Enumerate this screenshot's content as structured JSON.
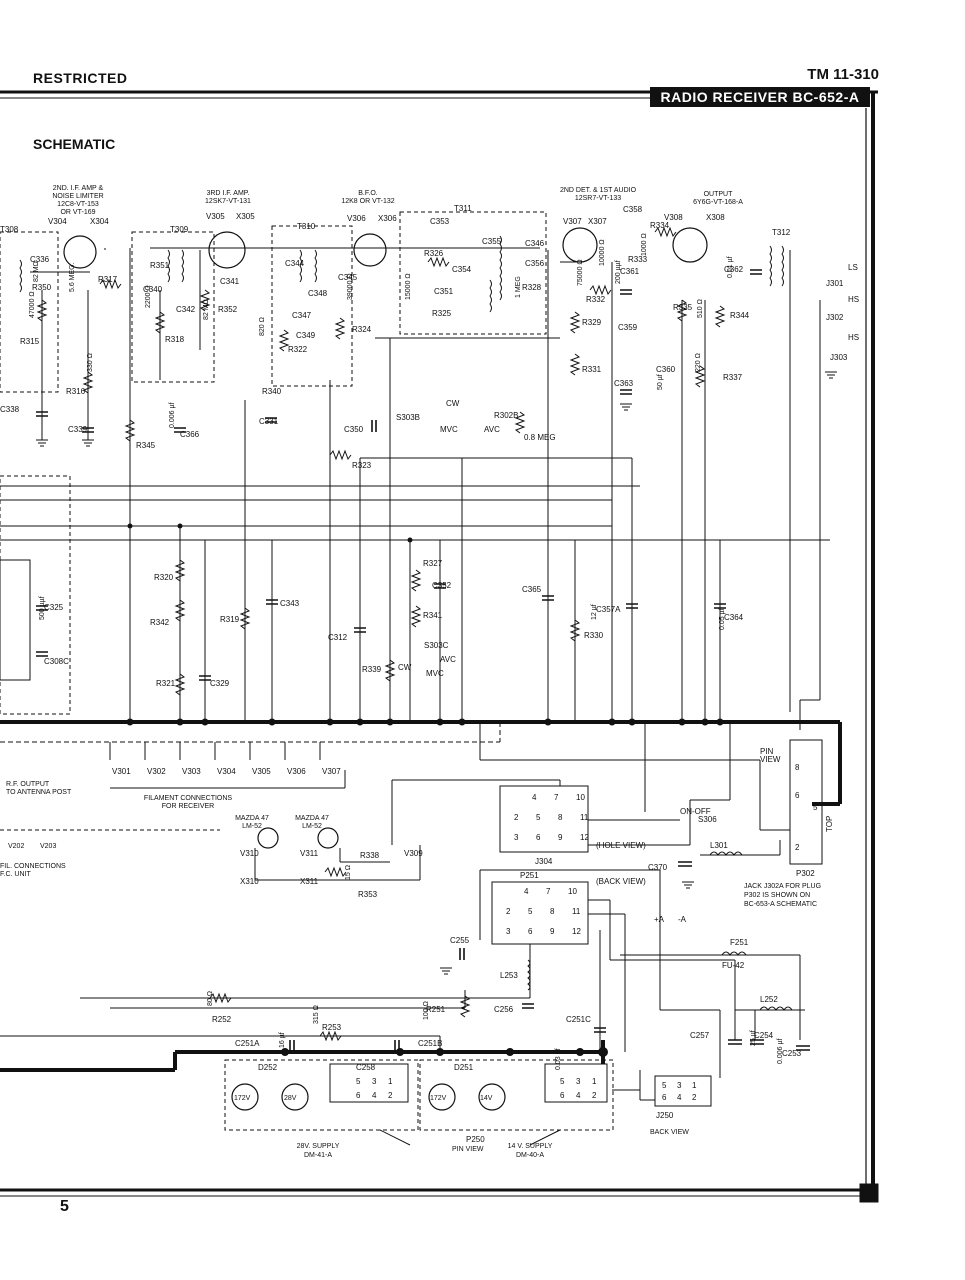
{
  "header": {
    "classification": "RESTRICTED",
    "manual": "TM 11-310",
    "banner": "RADIO RECEIVER BC-652-A"
  },
  "section_title": "SCHEMATIC",
  "page_number": "5",
  "stage_labels": [
    {
      "id": "if2",
      "lines": [
        "2ND. I.F. AMP &",
        "NOISE LIMITER",
        "12C8-VT-153",
        "OR VT-169"
      ]
    },
    {
      "id": "if3",
      "lines": [
        "3RD I.F. AMP.",
        "12SK7-VT-131"
      ]
    },
    {
      "id": "bfo",
      "lines": [
        "B.F.O.",
        "12K8 OR VT-132"
      ]
    },
    {
      "id": "det",
      "lines": [
        "2ND DET. & 1ST AUDIO",
        "12SR7-VT-133"
      ]
    },
    {
      "id": "out",
      "lines": [
        "OUTPUT",
        "6Y6G-VT-168-A"
      ]
    }
  ],
  "tubes": [
    "V304",
    "X304",
    "V305",
    "X305",
    "V306",
    "X306",
    "V307",
    "X307",
    "V308",
    "X308"
  ],
  "transformers": [
    "T308",
    "T309",
    "T310",
    "T311",
    "T312"
  ],
  "components": {
    "resistors": [
      "R350",
      "R317",
      "R315",
      "R316",
      "R351",
      "R318",
      "R352",
      "R322",
      "R324",
      "R326",
      "R325",
      "R328",
      "R332",
      "R329",
      "R333",
      "R334",
      "R331",
      "R335",
      "R344",
      "R337",
      "R345",
      "R340",
      "R323",
      "R320",
      "R342",
      "R321",
      "R319",
      "R327",
      "R341",
      "R339",
      "R330",
      "R338",
      "R353",
      "R252",
      "R253",
      "R251"
    ],
    "capacitors": [
      "C336",
      "C338",
      "C339",
      "C340",
      "C342",
      "C341",
      "C366",
      "C344",
      "C347",
      "C348",
      "C349",
      "C345",
      "C331",
      "C353",
      "C355",
      "C354",
      "C351",
      "C346",
      "C356",
      "C358",
      "C361",
      "C359",
      "C363",
      "C360",
      "C362",
      "C350",
      "C325",
      "C308C",
      "C343",
      "C312",
      "C352",
      "C365",
      "C357A",
      "C364",
      "C329",
      "C370",
      "C255",
      "C256",
      "C251C",
      "C251A",
      "C251B",
      "C257",
      "C254",
      "C253",
      "C258"
    ],
    "values": [
      "82 MΩ",
      "5.6 MEG.",
      "47000 Ω",
      "330 Ω",
      "2200 Ω",
      "82 MΩ",
      "820 Ω",
      "39000 Ω",
      "15000 Ω",
      "1 MEG",
      "75000 Ω",
      "10000 Ω",
      "1000 Ω",
      "510 Ω",
      "220 Ω",
      "0.006 µf",
      "0.01 µf",
      "50 µf",
      "12 µf",
      "0.05 µf",
      "500 µµf",
      "200 µµf",
      "15 Ω",
      "80 Ω",
      "315 Ω",
      "100 Ω",
      "16 µf",
      "25 µf",
      "0.006 µf",
      "0.03 µf"
    ]
  },
  "switch_labels": [
    "CW",
    "MVC",
    "AVC",
    "S303B",
    "R302B",
    "0.8 MEG",
    "S303C",
    "AVC",
    "MVC",
    "CW",
    "ON-OFF",
    "S306"
  ],
  "jacks": [
    "LS",
    "J301",
    "HS",
    "J302",
    "HS",
    "J303"
  ],
  "filament": {
    "tubes": [
      "V301",
      "V302",
      "V303",
      "V304",
      "V305",
      "V306",
      "V307"
    ],
    "caption": [
      "FILAMENT CONNECTIONS",
      "FOR RECEIVER"
    ]
  },
  "rf_output": [
    "R.F. OUTPUT",
    "TO ANTENNA POST"
  ],
  "fil_left": [
    "V202",
    "V203",
    "FIL. CONNECTIONS",
    "F.C. UNIT"
  ],
  "lamps": [
    {
      "name": "MAZDA 47",
      "type": "LM-52",
      "v": "V310",
      "x": "X310"
    },
    {
      "name": "MAZDA 47",
      "type": "LM-52",
      "v": "V311",
      "x": "X311"
    }
  ],
  "v309": "V309",
  "j304": {
    "label": "J304",
    "view": "(HOLE VIEW)",
    "pins": [
      "4",
      "7",
      "10",
      "2",
      "5",
      "8",
      "11",
      "3",
      "6",
      "9",
      "12"
    ]
  },
  "p251": {
    "label": "P251",
    "view": "(BACK VIEW)",
    "pins": [
      "4",
      "7",
      "10",
      "2",
      "5",
      "8",
      "11",
      "3",
      "6",
      "9",
      "12"
    ]
  },
  "pin_view": {
    "title": "PIN VIEW",
    "pins": [
      "8",
      "6",
      "5",
      "2"
    ],
    "top": "TOP",
    "plug": "P302"
  },
  "jack_note": [
    "JACK J302A FOR PLUG",
    "P302 IS SHOWN ON",
    "BC-653-A SCHEMATIC"
  ],
  "l301": "L301",
  "fuse": {
    "name": "F251",
    "type": "FU-42"
  },
  "l252": "L252",
  "l253": "L253",
  "supply_terms": [
    "+A",
    "-A"
  ],
  "j250": {
    "label": "J250",
    "view": "BACK VIEW",
    "pins": [
      "5",
      "3",
      "1",
      "6",
      "4",
      "2"
    ]
  },
  "supplies": [
    {
      "id": "D252",
      "tubes": [
        "172V",
        "28V"
      ],
      "caption": [
        "28V. SUPPLY",
        "DM-41-A"
      ]
    },
    {
      "id": "D251",
      "tubes": [
        "172V",
        "14V"
      ],
      "caption": [
        "14 V. SUPPLY",
        "DM-40-A"
      ]
    }
  ],
  "p250": {
    "label": "P250",
    "view": "PIN VIEW",
    "pins": [
      "5",
      "3",
      "1",
      "6",
      "4",
      "2"
    ]
  },
  "colors": {
    "ink": "#111111",
    "paper": "#ffffff"
  }
}
